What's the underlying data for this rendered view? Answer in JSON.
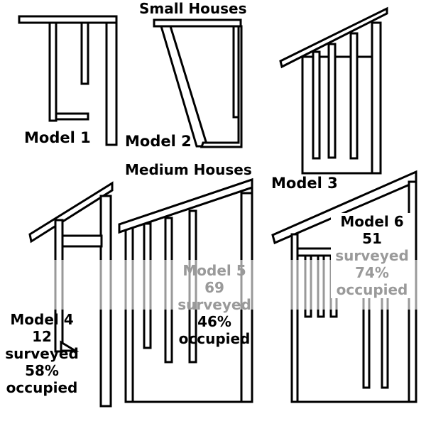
{
  "title_small": "Small Houses",
  "title_medium": "Medium Houses",
  "models": [
    {
      "name": "Model 1"
    },
    {
      "name": "Model 2"
    },
    {
      "name": "Model 3"
    },
    {
      "name": "Model 4",
      "surveyed_count": "12",
      "surveyed_label": "surveyed",
      "occupied_pct": "58%",
      "occupied_label": "occupied"
    },
    {
      "name": "Model 5",
      "surveyed_count": "69",
      "surveyed_label": "surveyed",
      "occupied_pct": "46%",
      "occupied_label": "occupied"
    },
    {
      "name": "Model 6",
      "surveyed_count": "51",
      "surveyed_label": "surveyed",
      "occupied_pct": "74%",
      "occupied_label": "occupied"
    }
  ],
  "colors": {
    "line": "#000000",
    "fill": "#ffffff",
    "faded_text": "#9a9a9a"
  }
}
